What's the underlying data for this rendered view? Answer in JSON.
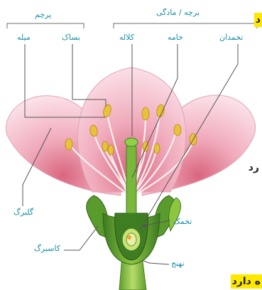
{
  "labels": {
    "stamen_group": "پرچم",
    "pistil_group": "برچه / مادگی",
    "filament": "میله",
    "anther": "بساک",
    "stigma": "کلاله",
    "style": "خامه",
    "ovary": "تخمدان",
    "petal": "گلبرگ",
    "ovule": "تخمک",
    "sepal": "کاسبرگ",
    "receptacle": "نهنج"
  },
  "side_text": {
    "top_right": "د",
    "mid_right": "رد",
    "bottom_right": "ه دارد"
  },
  "colors": {
    "label": "#1a8fa6",
    "petal": "#f2b8c6",
    "petal_inner": "#e88aa3",
    "green": "#4e8f2f",
    "anther": "#e8c23a",
    "highlight": "#ffe800"
  }
}
